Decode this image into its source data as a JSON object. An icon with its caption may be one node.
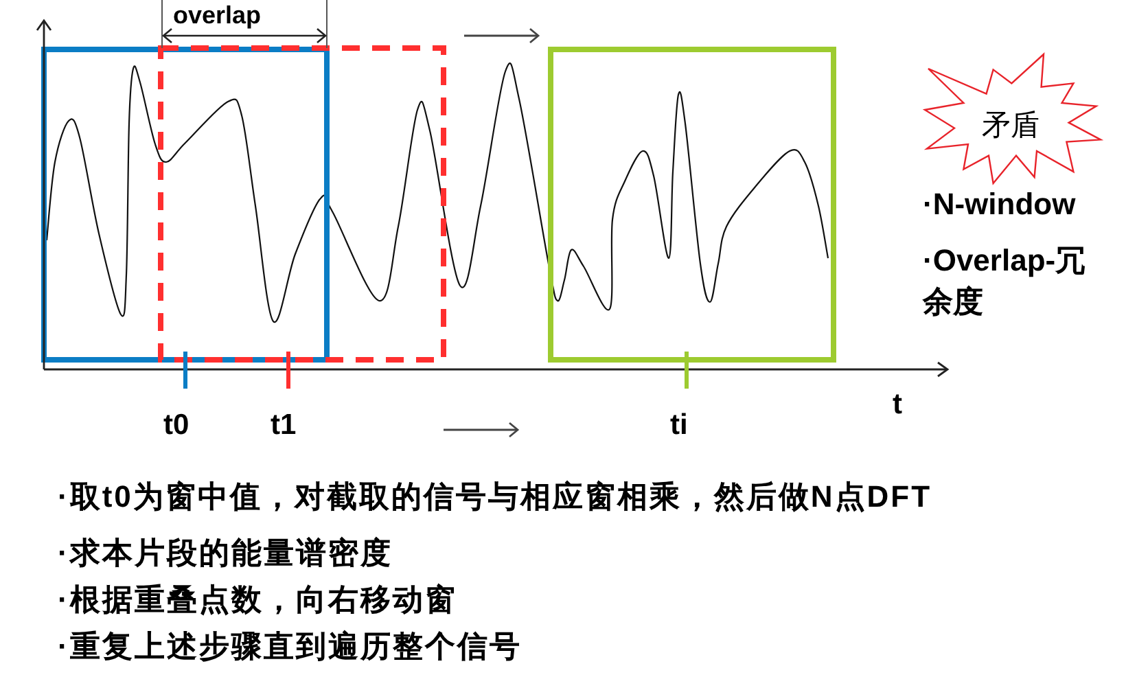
{
  "diagram": {
    "nodes": [
      {
        "text": [
          "矛盾"
        ]
      }
    ],
    "labels": [
      "overlap",
      "t0",
      "t1",
      "ti",
      "t",
      "·N-window",
      "·Overlap-冗余度",
      "·取t0为窗中值，对截取的信号与相应窗相乘，然后做N点DFT",
      "·求本片段的能量谱密度",
      "·根据重叠点数，向右移动窗",
      "·重复上述步骤直到遍历整个信号"
    ]
  }
}
